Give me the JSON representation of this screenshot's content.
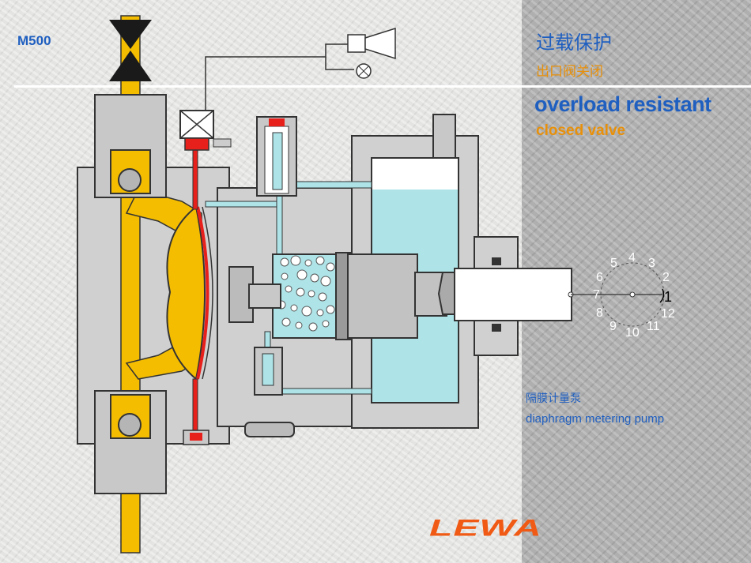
{
  "model": "M500",
  "title_zh": "过载保护",
  "subtitle_zh": "出口阀关闭",
  "title_en": "overload resistant",
  "subtitle_en": "closed valve",
  "caption_zh": "隔膜计量泵",
  "caption_en": "diaphragm metering pump",
  "logo": "LEWA",
  "stroke_dial": {
    "numbers": [
      "5",
      "4",
      "3",
      "6",
      "2",
      "7",
      "8",
      "12",
      "9",
      "10",
      "11"
    ],
    "selected": "1"
  },
  "colors": {
    "process_fluid": "#f5bd00",
    "hydraulic_oil": "#aee4e8",
    "diaphragm": "#e8201c",
    "accent_text": "#1f5fc0",
    "orange_text": "#e8900a",
    "logo": "#f05a14"
  }
}
